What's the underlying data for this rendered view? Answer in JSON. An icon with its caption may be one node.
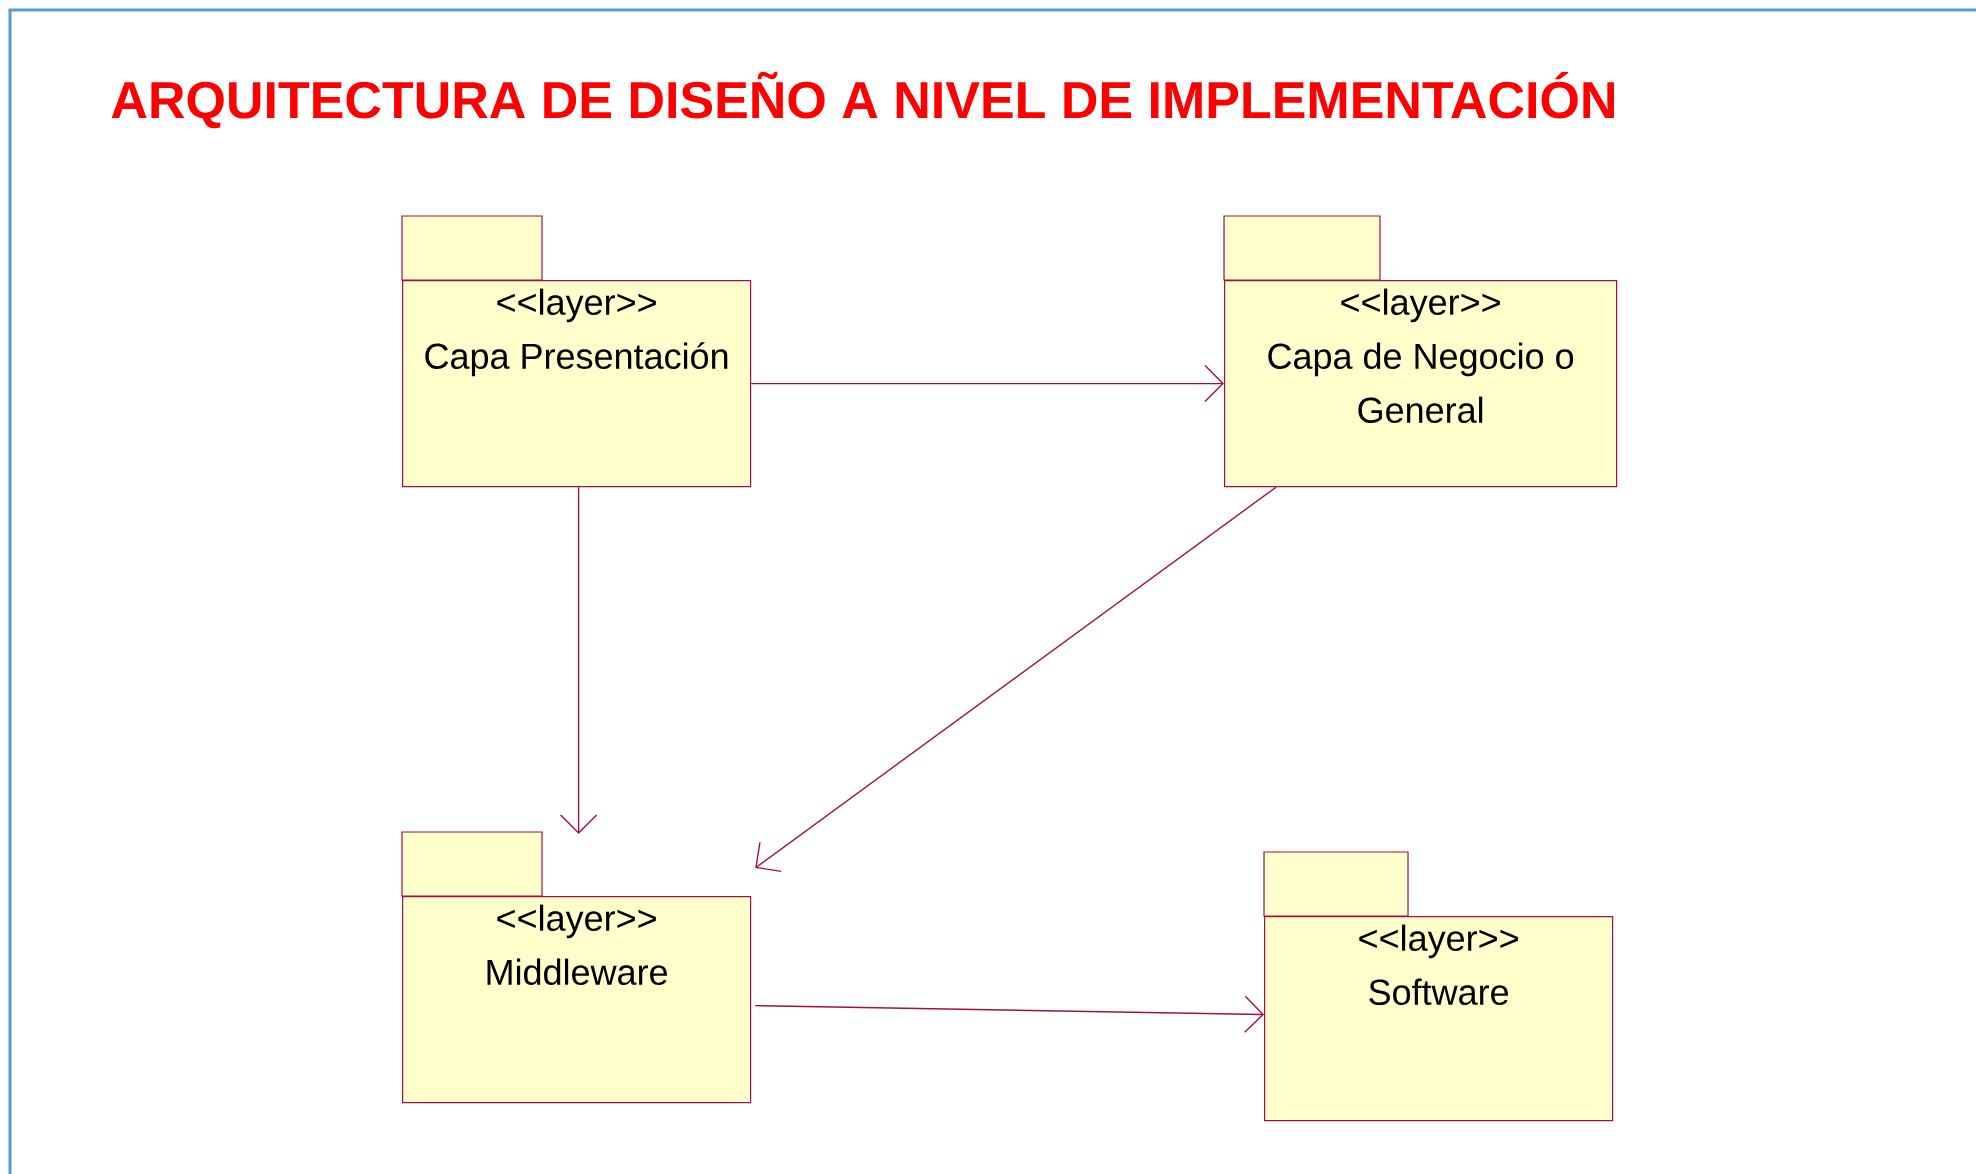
{
  "diagram": {
    "title": "ARQUITECTURA DE DISEÑO A NIVEL DE IMPLEMENTACIÓN",
    "nodes": [
      {
        "text": [
          "<<layer>>",
          "Capa Presentación"
        ]
      },
      {
        "text": [
          "<<layer>>",
          "Capa de Negocio o General"
        ]
      },
      {
        "text": [
          "<<layer>>",
          "Middleware"
        ]
      },
      {
        "text": [
          "<<layer>>",
          "Software"
        ]
      }
    ],
    "edges": [
      {
        "from": 0,
        "to": 1,
        "arrow": "to"
      },
      {
        "from": 0,
        "to": 2,
        "arrow": "to"
      },
      {
        "from": 1,
        "to": 2,
        "arrow": "to"
      },
      {
        "from": 2,
        "to": 3,
        "arrow": "to"
      }
    ]
  }
}
